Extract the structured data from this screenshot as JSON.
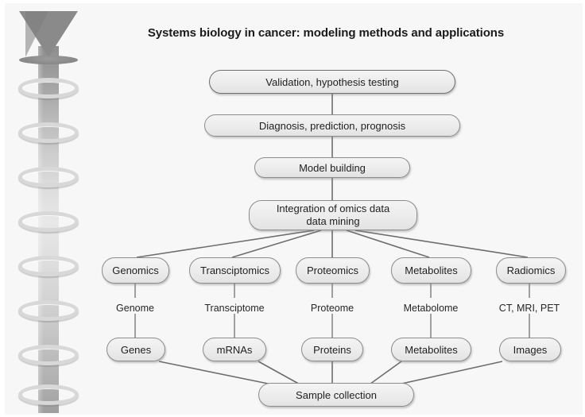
{
  "figure": {
    "title": "Systems biology in cancer: modeling methods and applications",
    "background_color": "#f7f7f7",
    "node_fill": "#ececec",
    "node_border": "#8c8c8c",
    "link_color": "#6d6d6d",
    "arrow_color": "#8a8a8a"
  },
  "arrow": {
    "name": "upward-progress-arrow",
    "direction": "up",
    "ring_count": 8
  },
  "flow": {
    "top_chain": [
      {
        "id": "validation",
        "label": "Validation, hypothesis testing"
      },
      {
        "id": "diagnosis",
        "label": "Diagnosis, prediction, prognosis"
      },
      {
        "id": "model-building",
        "label": "Model building"
      }
    ],
    "integration": {
      "id": "integration",
      "line1": "Integration of omics data",
      "line2": "data mining"
    },
    "omics_row": [
      {
        "id": "genomics",
        "label": "Genomics"
      },
      {
        "id": "transciptomics",
        "label": "Transciptomics"
      },
      {
        "id": "proteomics",
        "label": "Proteomics"
      },
      {
        "id": "metabolites-omics",
        "label": "Metabolites"
      },
      {
        "id": "radiomics",
        "label": "Radiomics"
      }
    ],
    "molecule_labels": [
      {
        "id": "genome",
        "label": "Genome"
      },
      {
        "id": "transciptome",
        "label": "Transciptome"
      },
      {
        "id": "proteome",
        "label": "Proteome"
      },
      {
        "id": "metabolome",
        "label": "Metabolome"
      },
      {
        "id": "imaging-modalities",
        "label": "CT, MRI, PET"
      }
    ],
    "sample_row": [
      {
        "id": "genes",
        "label": "Genes"
      },
      {
        "id": "mrnas",
        "label": "mRNAs"
      },
      {
        "id": "proteins",
        "label": "Proteins"
      },
      {
        "id": "metabolites",
        "label": "Metabolites"
      },
      {
        "id": "images",
        "label": "Images"
      }
    ],
    "source": {
      "id": "sample-collection",
      "label": "Sample collection"
    }
  }
}
